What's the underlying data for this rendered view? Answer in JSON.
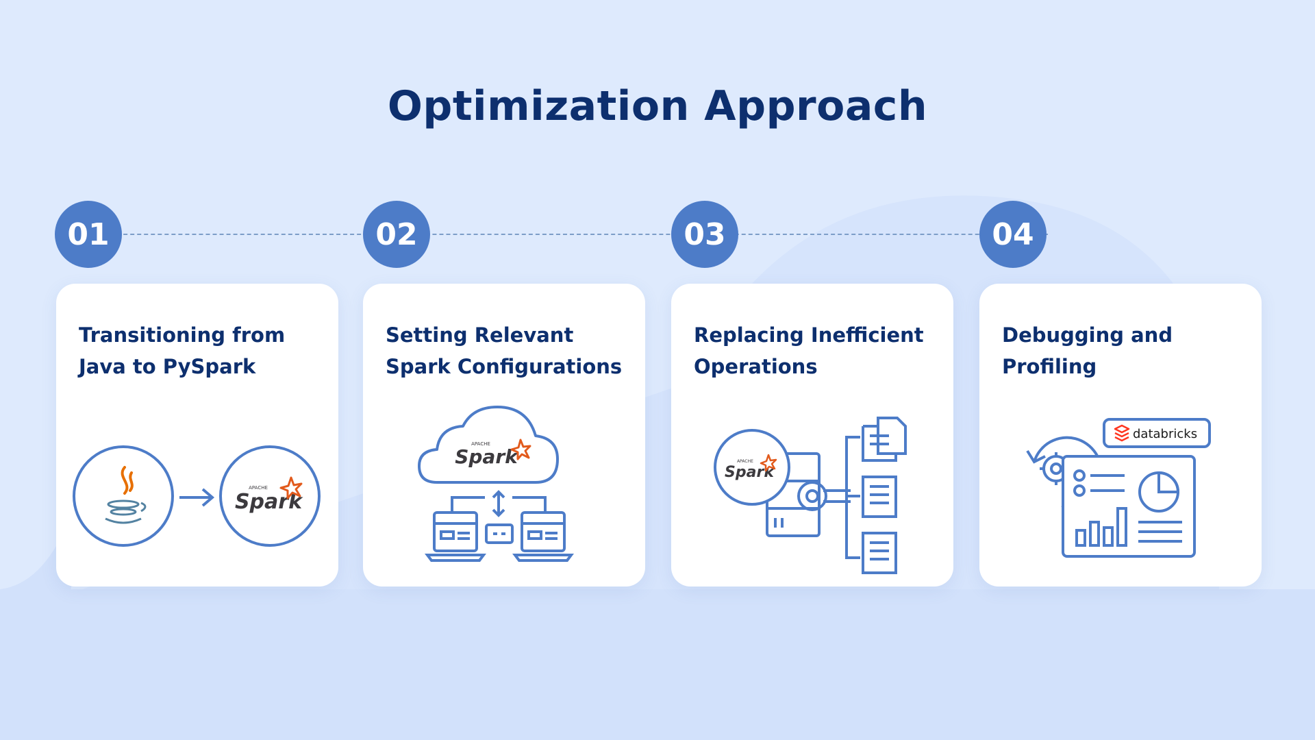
{
  "title": "Optimization Approach",
  "steps": [
    {
      "number": "01",
      "title": "Transitioning from Java to PySpark",
      "icons": [
        "java-logo-icon",
        "arrow-right-icon",
        "apache-spark-logo-icon"
      ]
    },
    {
      "number": "02",
      "title": "Setting Relevant Spark Configurations",
      "icons": [
        "cloud-icon",
        "apache-spark-logo-icon",
        "laptop-icon",
        "server-icon",
        "updown-arrow-icon"
      ]
    },
    {
      "number": "03",
      "title": "Replacing Inefficient Operations",
      "icons": [
        "apache-spark-logo-icon",
        "server-gear-icon",
        "document-icon"
      ]
    },
    {
      "number": "04",
      "title": "Debugging and Profiling",
      "icons": [
        "gear-refresh-icon",
        "dashboard-icon",
        "pie-chart-icon",
        "bar-chart-icon",
        "databricks-logo-icon"
      ]
    }
  ],
  "logos": {
    "spark_small": "APACHE",
    "spark_word": "Spark",
    "databricks_word": "databricks"
  },
  "colors": {
    "background": "#deeafd",
    "title": "#0d2f6e",
    "accent": "#4d7cc8",
    "spark_orange": "#e25a1c",
    "databricks_red": "#ff3621",
    "java_orange": "#e76f00"
  }
}
